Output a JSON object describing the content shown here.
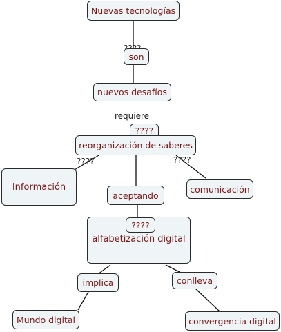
{
  "nodes": {
    "nuevas_tecnologias": "Nuevas tecnologías",
    "son": "son",
    "nuevos_desafios": "nuevos desafíos",
    "reorg_qmarks": "????",
    "reorganizacion": "reorganización de saberes",
    "informacion": "Información",
    "aceptando": "aceptando",
    "comunicacion": "comunicación",
    "alfab_qmarks": "????",
    "alfabetizacion": "alfabetización digital",
    "implica": "implica",
    "conlleva": "conlleva",
    "mundo_digital": "Mundo digital",
    "convergencia": "convergencia digital"
  },
  "labels": {
    "son_qmarks": "????",
    "requiere": "requiere",
    "left_qmarks": "????",
    "right_qmarks": "????"
  },
  "colors": {
    "node_fill": "#eff4f6",
    "node_border": "#2a2a2a",
    "node_text": "#7a1717",
    "link_text": "#222222",
    "line": "#111111"
  }
}
